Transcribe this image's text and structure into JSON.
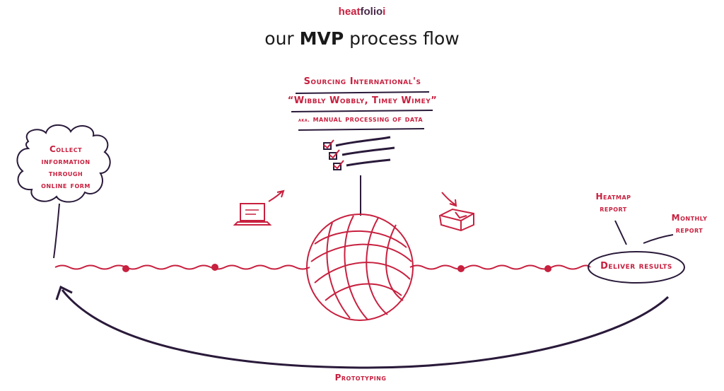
{
  "brand": {
    "part1": "heat",
    "part2": "folio",
    "mark": "i"
  },
  "title": {
    "pre": "our ",
    "strong": "MVP",
    "post": " process flow"
  },
  "banner": {
    "line1": "Sourcing International's",
    "line2": "“Wibbly Wobbly, Timey Wimey”",
    "line3_small": "aka.",
    "line3": "manual processing of data"
  },
  "collect": {
    "lines": [
      "Collect",
      "information",
      "through",
      "online form"
    ]
  },
  "deliver": {
    "label": "Deliver results"
  },
  "heatmap": {
    "lines": [
      "Heatmap",
      "report"
    ]
  },
  "monthly": {
    "lines": [
      "Monthly",
      "report"
    ]
  },
  "prototyping": {
    "label": "Prototyping"
  },
  "colors": {
    "accent": "#c8203f",
    "ink": "#2a1a3a"
  },
  "icons": [
    "laptop-icon",
    "checklist-icon",
    "yarn-ball-icon",
    "package-icon",
    "cloud-icon",
    "arrow-icon"
  ]
}
